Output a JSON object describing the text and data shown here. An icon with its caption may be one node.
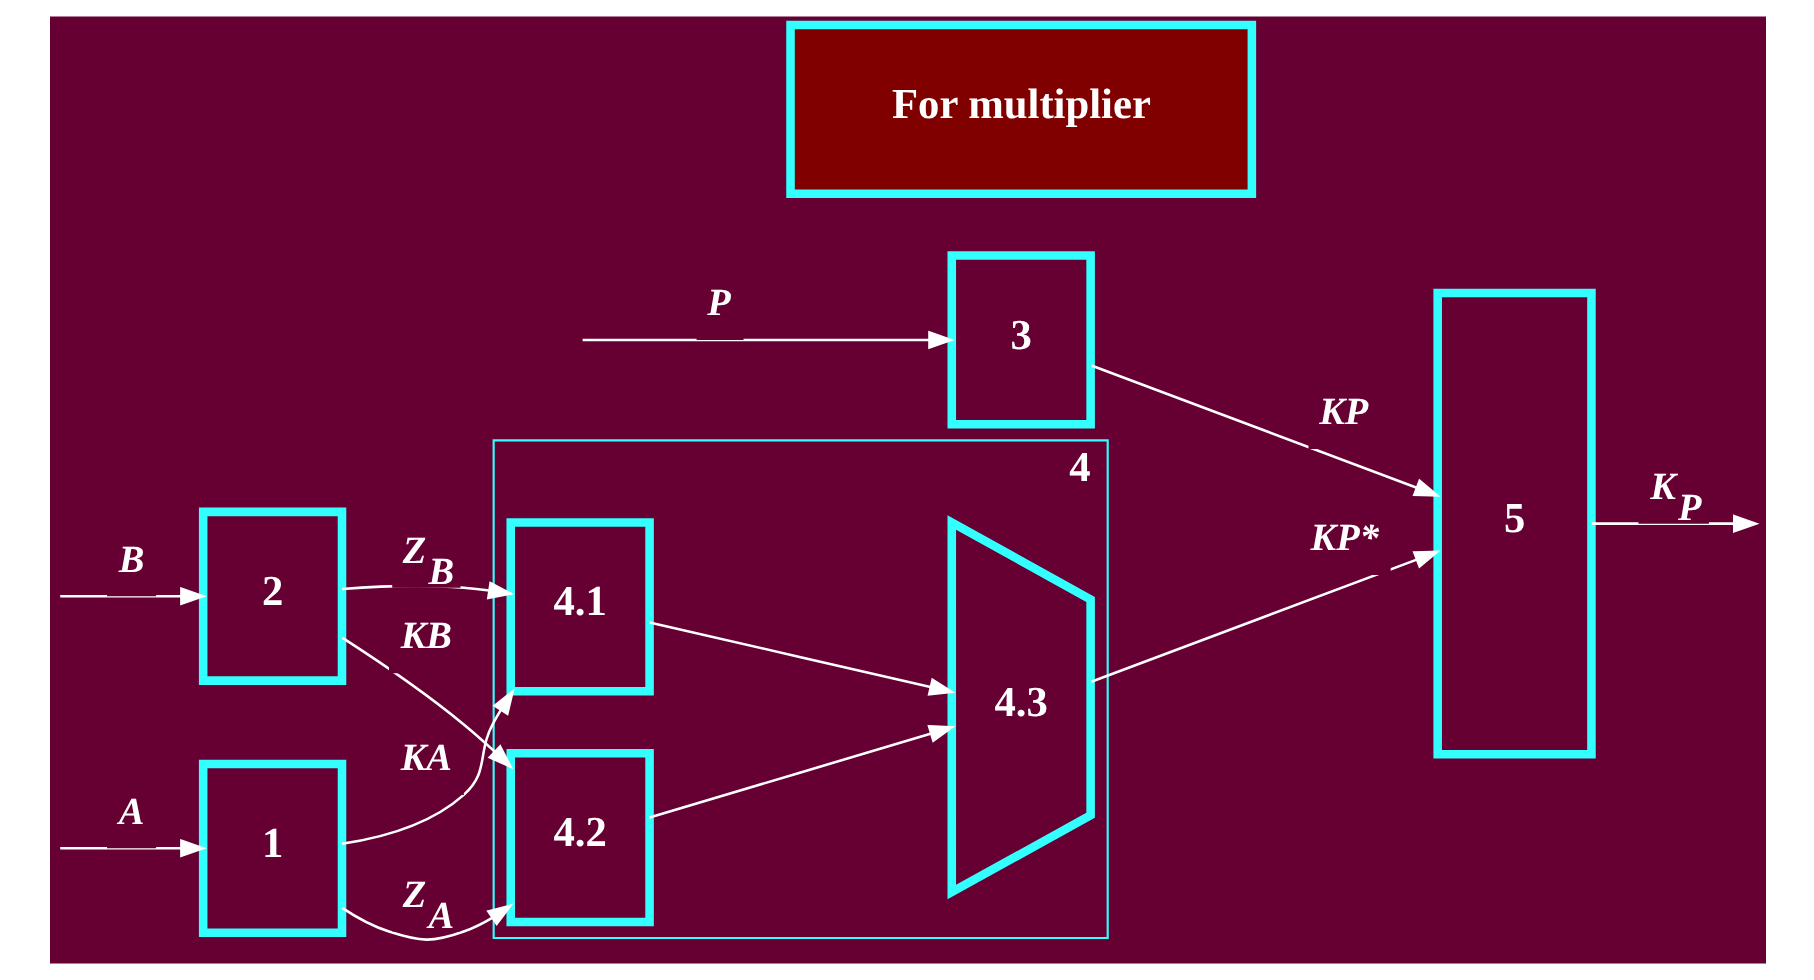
{
  "diagram": {
    "nodes": [
      {
        "text": [
          "1"
        ]
      },
      {
        "text": [
          "2"
        ]
      },
      {
        "text": [
          "3"
        ]
      },
      {
        "text": [
          "4"
        ]
      },
      {
        "text": [
          "4.1"
        ],
        "in": 3
      },
      {
        "text": [
          "4.2"
        ],
        "in": 3
      },
      {
        "text": [
          "4.3"
        ],
        "in": 3
      },
      {
        "text": [
          "5"
        ]
      },
      {
        "text": [
          "For multiplier"
        ]
      }
    ],
    "edges": [
      {
        "from": null,
        "to": 0,
        "arrow": "to",
        "label": "A"
      },
      {
        "from": null,
        "to": 1,
        "arrow": "to",
        "label": "B"
      },
      {
        "from": null,
        "to": 2,
        "arrow": "to",
        "label": "P"
      },
      {
        "from": 0,
        "to": 4,
        "arrow": "to",
        "label": "KA"
      },
      {
        "from": 0,
        "to": 5,
        "arrow": "to",
        "label": "Z$_{A}$"
      },
      {
        "from": 1,
        "to": 4,
        "arrow": "to",
        "label": "Z$_{B}$"
      },
      {
        "from": 1,
        "to": 5,
        "arrow": "to",
        "label": "KB"
      },
      {
        "from": 4,
        "to": 6,
        "arrow": "to"
      },
      {
        "from": 5,
        "to": 6,
        "arrow": "to"
      },
      {
        "from": 6,
        "to": 7,
        "arrow": "to",
        "label": "KP*"
      },
      {
        "from": 2,
        "to": 7,
        "arrow": "to",
        "label": "KP"
      },
      {
        "from": 7,
        "to": null,
        "arrow": "to",
        "label": "K$_{P}$"
      }
    ]
  }
}
